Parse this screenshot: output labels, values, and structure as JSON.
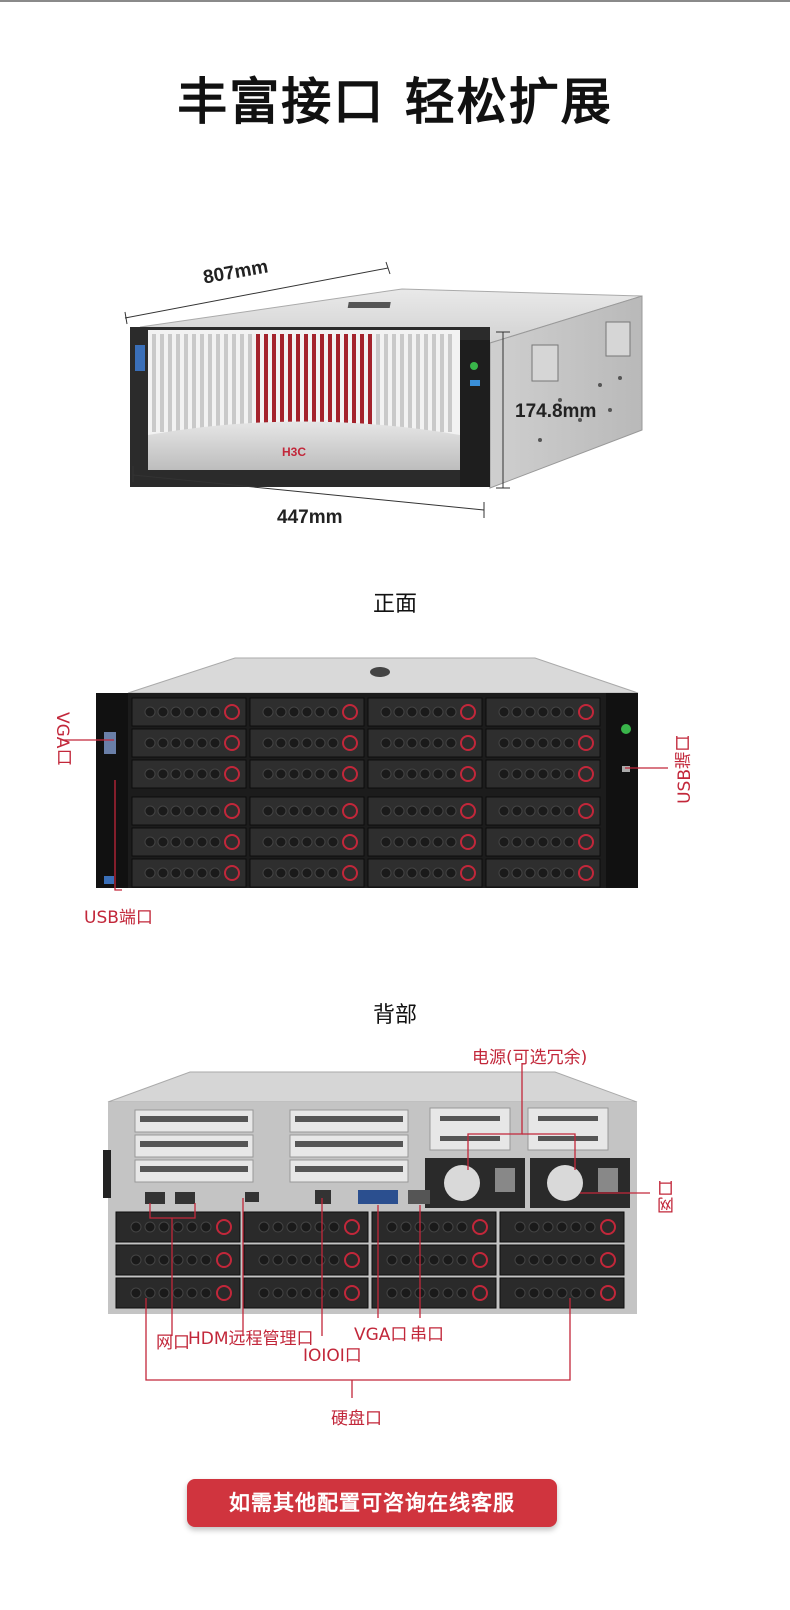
{
  "title": "丰富接口 轻松扩展",
  "dimensions": {
    "depth": "807mm",
    "height": "174.8mm",
    "width": "447mm"
  },
  "brand": "H3C",
  "front": {
    "heading": "正面",
    "labels": {
      "vga": "VGA口",
      "usb_right": "USB端口",
      "usb_left": "USB端口"
    }
  },
  "rear": {
    "heading": "背部",
    "labels": {
      "power": "电源(可选冗余)",
      "net_right": "网口",
      "net": "网口",
      "hdm": "HDM远程管理口",
      "ioioi": "IOIOI口",
      "vga": "VGA口",
      "serial": "串口",
      "disk": "硬盘口"
    }
  },
  "cta": {
    "label": "如需其他配置可咨询在线客服"
  },
  "colors": {
    "accent": "#c2273a",
    "button": "#d0343e"
  }
}
